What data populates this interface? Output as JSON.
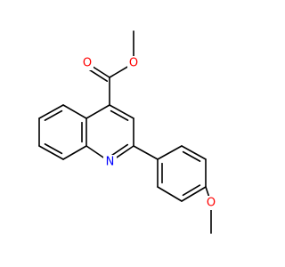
{
  "molecule": {
    "colors": {
      "bond": "#000000",
      "carbon": "#000000",
      "oxygen": "#ff0000",
      "nitrogen": "#0000ff"
    },
    "atoms": {
      "o_carbonyl": {
        "symbol": "O",
        "element": "oxygen"
      },
      "o_ester": {
        "symbol": "O",
        "element": "oxygen"
      },
      "n_ring": {
        "symbol": "N",
        "element": "nitrogen"
      },
      "o_methoxy": {
        "symbol": "O",
        "element": "oxygen"
      }
    }
  }
}
